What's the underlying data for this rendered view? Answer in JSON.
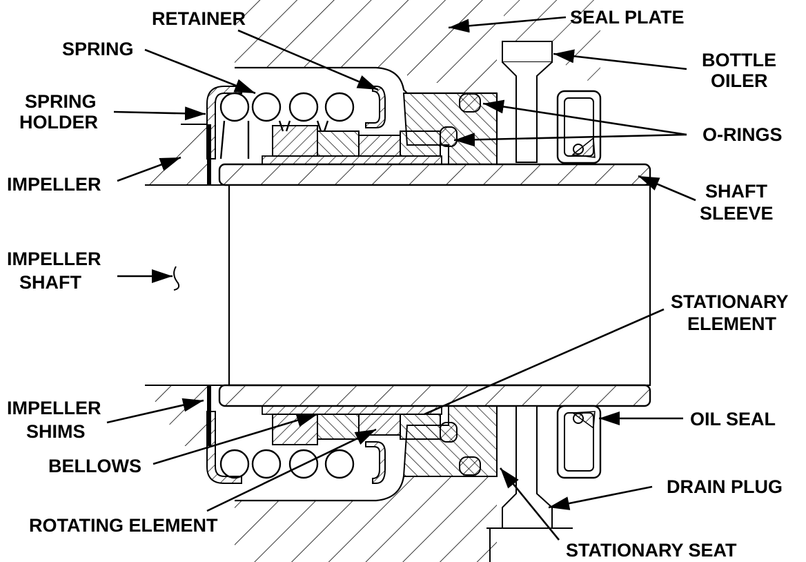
{
  "labels": {
    "retainer": "RETAINER",
    "seal_plate": "SEAL PLATE",
    "spring": "SPRING",
    "bottle_oiler": [
      "BOTTLE",
      "OILER"
    ],
    "spring_holder": [
      "SPRING",
      "HOLDER"
    ],
    "o_rings": "O-RINGS",
    "impeller": "IMPELLER",
    "shaft_sleeve": [
      "SHAFT",
      "SLEEVE"
    ],
    "impeller_shaft": [
      "IMPELLER",
      "SHAFT"
    ],
    "stationary_element": [
      "STATIONARY",
      "ELEMENT"
    ],
    "impeller_shims": [
      "IMPELLER",
      "SHIMS"
    ],
    "oil_seal": "OIL SEAL",
    "bellows": "BELLOWS",
    "drain_plug": "DRAIN PLUG",
    "rotating_element": "ROTATING ELEMENT",
    "stationary_seat": "STATIONARY SEAT"
  },
  "colors": {
    "ink": "#000000",
    "paper": "#ffffff"
  }
}
